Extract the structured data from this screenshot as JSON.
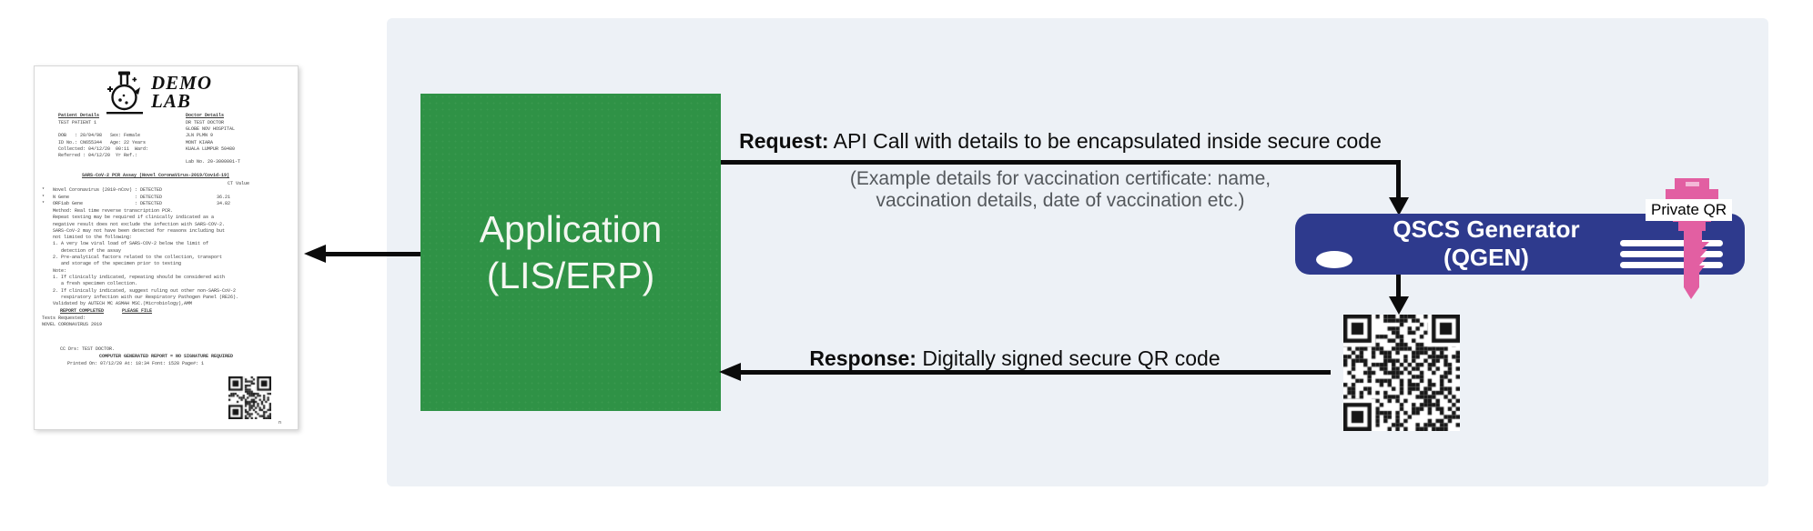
{
  "colors": {
    "app_green": "#2f9246",
    "generator_blue": "#2e3a8d",
    "key_pink": "#e25fa2",
    "panel_bg": "#edf1f6",
    "example_gray": "#54585c"
  },
  "report": {
    "logo_line1": "DEMO",
    "logo_line2": "LAB",
    "patient_heading": "Patient Details",
    "patient_lines": [
      "TEST PATIENT 1",
      "",
      "DOB   : 20/04/98   Sex: Female",
      "ID No.: CN655344   Age: 22 Years",
      "Collected: 04/12/20  00:11  Ward:",
      "Referred : 04/12/20  Yr Ref.:"
    ],
    "doctor_heading": "Doctor Details",
    "doctor_lines": [
      "DR TEST DOCTOR",
      "GLOBE NOV HOSPITAL",
      "JLN PLMN 9",
      "MONT KIARA",
      "KUALA LUMPUR 50480",
      "",
      "Lab No. 20-3000001-T"
    ],
    "assay_title": "SARS-CoV-2 PCR Assay (Novel CoronaVirus-2019/Covid-19)",
    "ct_header": "CT Value",
    "result_lines": [
      "*   Novel Coronavirus (2019-nCov) : DETECTED",
      "*   N Gene                        : DETECTED                    36.21",
      "*   ORF1ab Gene                   : DETECTED                    34.82"
    ],
    "body_lines": [
      "    Method: Real time reverse transcription PCR.",
      "    Repeat testing may be required if clinically indicated as a",
      "    negative result does not exclude the infection with SARS-COV-2.",
      "    SARS-CoV-2 may not have been detected for reasons including but",
      "    not limited to the following:",
      "    1. A very low viral load of SARS-COV-2 below the limit of",
      "       detection of the assay",
      "    2. Pre-analytical factors related to the collection, transport",
      "       and storage of the specimen prior to testing",
      "    Note:",
      "    1. If clinically indicated, repeating should be considered with",
      "       a fresh specimen collection.",
      "    2. If clinically indicated, suggest ruling out other non-SARS-CoV-2",
      "       respiratory infection with our Respiratory Pathogen Panel (RE26).",
      "    Validated by AUTECH MC ASMAH MSC.(Microbiology),AMM"
    ],
    "report_completed": "REPORT COMPLETED",
    "please_file": "PLEASE FILE",
    "tests_requested_label": "Tests Requested:",
    "tests_requested_value": "NOVEL CORONAVIRUS 2019",
    "cc_line": "CC Drs: TEST DOCTOR.",
    "generated_line": "COMPUTER GENERATED REPORT = NO SIGNATURE REQUIRED",
    "printed_line": "Printed On:  07/12/20      At: 18:34      Font: 1528      Page#: 1",
    "page_char": "n"
  },
  "app_box": {
    "line1": "Application",
    "line2": "(LIS/ERP)"
  },
  "request": {
    "bold": "Request:",
    "rest": " API Call with details to be encapsulated inside secure code",
    "example_line1": "(Example details for vaccination certificate: name,",
    "example_line2": "vaccination details, date of vaccination etc.)"
  },
  "generator": {
    "line1": "QSCS Generator",
    "line2": "(QGEN)",
    "key_label": "Private QR"
  },
  "response": {
    "bold": "Response:",
    "rest": " Digitally signed secure QR code"
  }
}
